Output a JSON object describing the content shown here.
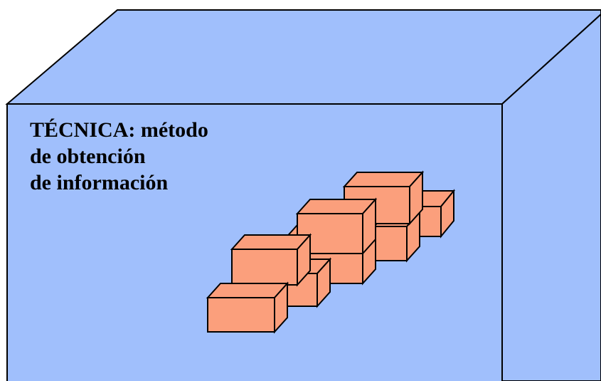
{
  "diagram": {
    "caption": {
      "line1": "TÉCNICA: método",
      "line2": "de obtención",
      "line3": "de información"
    },
    "colors": {
      "cube": "#a0bffc",
      "bricks": "#fb9f7c",
      "outline": "#000000"
    },
    "brick_count": 8
  }
}
